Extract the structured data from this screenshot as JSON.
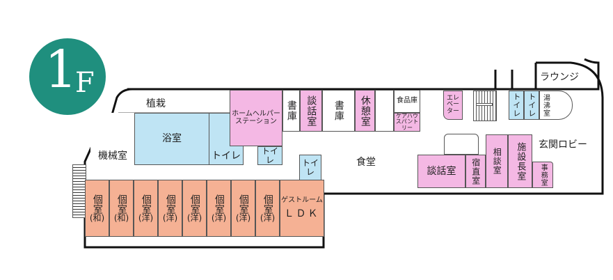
{
  "floor_badge": {
    "number": "1",
    "letter": "F",
    "color": "#1f8f7e"
  },
  "colors": {
    "pink": "#f4b8e4",
    "blue": "#bfe4f4",
    "orange": "#f5b194",
    "wall": "#111111"
  },
  "areas": {
    "planting": "植栽",
    "machine_room": "機械室",
    "bath": "浴室",
    "toilet_1": "トイレ",
    "toilet_2": "トイレ",
    "toilet_3": "トイレ",
    "home_helper_station": "ホームヘルパーステーション",
    "library_1": "書庫",
    "talk_room_1": "談話室",
    "library_2": "書庫",
    "rest_room": "休憩室",
    "food_storage": "食品庫",
    "care_house_pantry": "ケアハウスパントリー",
    "elevator": "エレベーター",
    "toilet_4": "トイレ",
    "toilet_5": "トイレ",
    "boiler_room": "湯沸室",
    "lounge": "ラウンジ",
    "entrance_lobby": "玄関ロビー",
    "dining": "食堂",
    "talk_room_2": "談話室",
    "night_duty_room": "宿直室",
    "consultation_room": "相談室",
    "director_room": "施設長室",
    "office": "事務室"
  },
  "private_rooms": [
    {
      "label": "個室",
      "type": "(和)"
    },
    {
      "label": "個室",
      "type": "(和)"
    },
    {
      "label": "個室",
      "type": "(洋)"
    },
    {
      "label": "個室",
      "type": "(洋)"
    },
    {
      "label": "個室",
      "type": "(洋)"
    },
    {
      "label": "個室",
      "type": "(洋)"
    },
    {
      "label": "個室",
      "type": "(洋)"
    },
    {
      "label": "個室",
      "type": "(洋)"
    }
  ],
  "guest_room": {
    "line1": "ゲストルーム",
    "line2": "ＬＤＫ"
  }
}
